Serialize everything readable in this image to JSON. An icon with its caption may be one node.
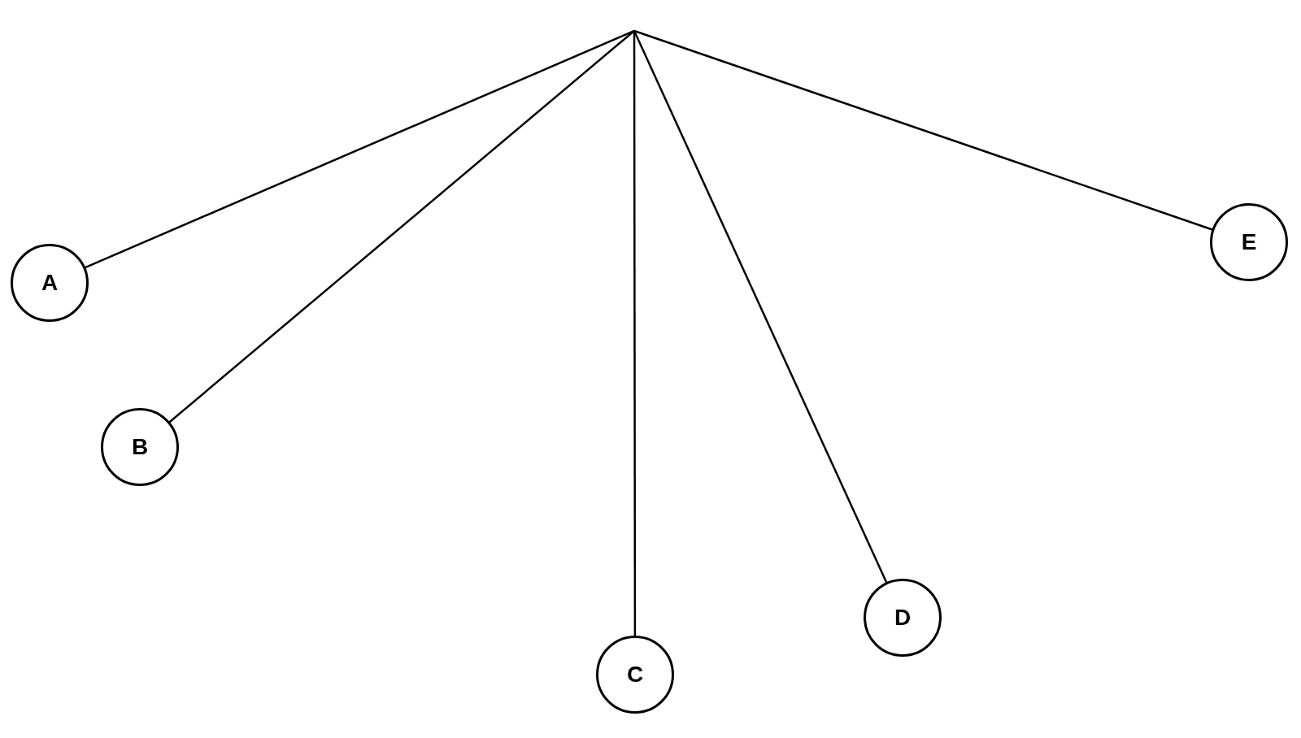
{
  "diagram": {
    "nodes": [
      {
        "text": [
          "A"
        ]
      },
      {
        "text": [
          "B"
        ]
      },
      {
        "text": [
          "C"
        ]
      },
      {
        "text": [
          "D"
        ]
      },
      {
        "text": [
          "E"
        ]
      }
    ],
    "edges": [
      {
        "from": null,
        "to": 0,
        "arrow": "none"
      },
      {
        "from": null,
        "to": 1,
        "arrow": "none"
      },
      {
        "from": null,
        "to": 2,
        "arrow": "none"
      },
      {
        "from": null,
        "to": 3,
        "arrow": "none"
      },
      {
        "from": null,
        "to": 4,
        "arrow": "none"
      }
    ]
  }
}
